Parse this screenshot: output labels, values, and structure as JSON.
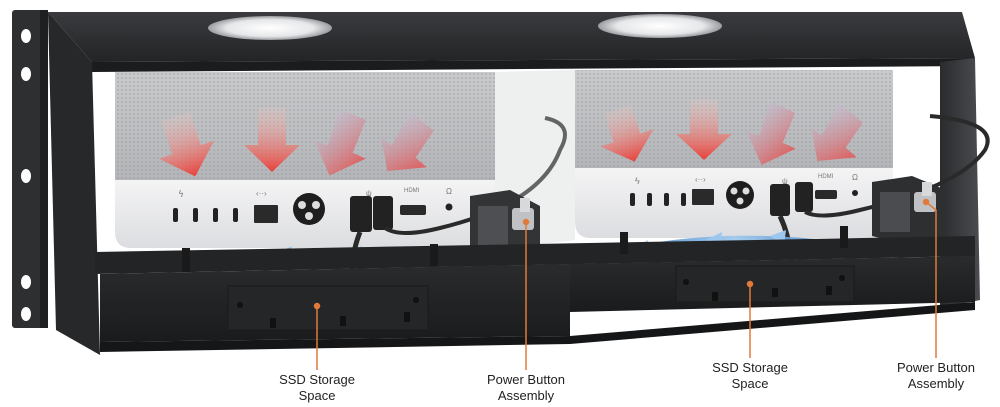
{
  "colors": {
    "rack_dark": "#2b2c2e",
    "rack_mid": "#3b3d40",
    "mac_silver": "#d9dadc",
    "mac_front": "#eeeff0",
    "hot_air": "#e8403a",
    "cool_air": "#5b9bd5",
    "callout_line": "#e07a3a",
    "label_text": "#222222"
  },
  "labels": {
    "ssd_left_line1": "SSD Storage",
    "ssd_left_line2": "Space",
    "power_left_line1": "Power Button",
    "power_left_line2": "Assembly",
    "ssd_right_line1": "SSD Storage",
    "ssd_right_line2": "Space",
    "power_right_line1": "Power Button",
    "power_right_line2": "Assembly"
  },
  "port_text": {
    "hdmi": "HDMI"
  },
  "icons": [
    "thunderbolt-icon",
    "ethernet-icon",
    "usb-icon",
    "headphone-icon",
    "power-socket-icon"
  ]
}
